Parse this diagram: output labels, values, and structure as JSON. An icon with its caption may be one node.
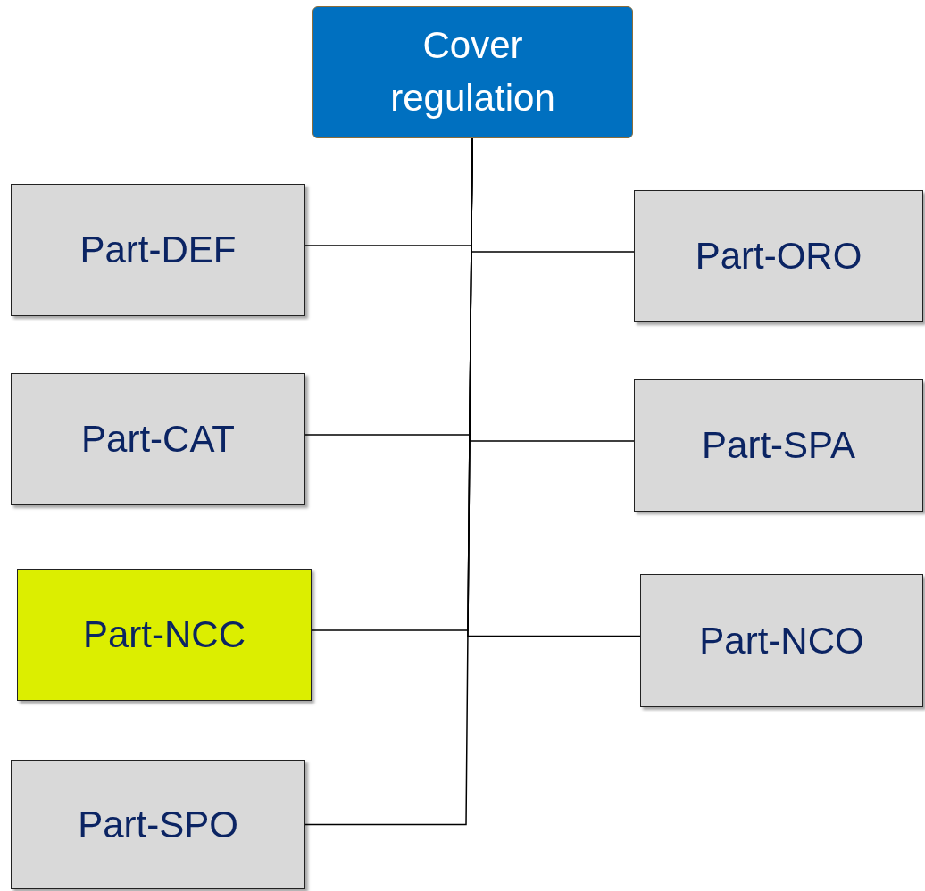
{
  "diagram": {
    "nodes": [
      {
        "text": [
          "Cover regulation"
        ]
      },
      {
        "text": [
          "Part-DEF"
        ]
      },
      {
        "text": [
          "Part-ORO"
        ]
      },
      {
        "text": [
          "Part-CAT"
        ]
      },
      {
        "text": [
          "Part-SPA"
        ]
      },
      {
        "text": [
          "Part-NCC"
        ]
      },
      {
        "text": [
          "Part-NCO"
        ]
      },
      {
        "text": [
          "Part-SPO"
        ]
      }
    ],
    "edges": [
      {
        "from": 0,
        "to": 1,
        "arrow": "none"
      },
      {
        "from": 0,
        "to": 2,
        "arrow": "none"
      },
      {
        "from": 0,
        "to": 3,
        "arrow": "none"
      },
      {
        "from": 0,
        "to": 4,
        "arrow": "none"
      },
      {
        "from": 0,
        "to": 5,
        "arrow": "none"
      },
      {
        "from": 0,
        "to": 6,
        "arrow": "none"
      },
      {
        "from": 0,
        "to": 7,
        "arrow": "none"
      }
    ]
  }
}
